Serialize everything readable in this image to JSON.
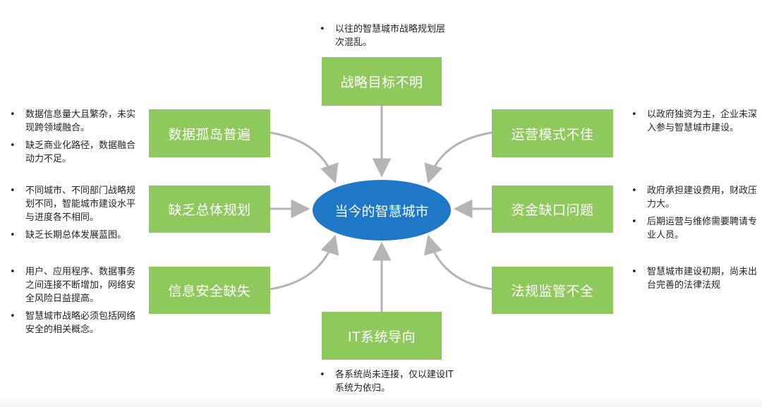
{
  "colors": {
    "box_fill": "#8fc85c",
    "center_fill": "#1f78c6",
    "arrow": "#b4b4b4",
    "text": "#222222"
  },
  "center": {
    "label": "当今的智慧城市"
  },
  "boxes": {
    "top": {
      "label": "战略目标不明"
    },
    "left1": {
      "label": "数据孤岛普遍"
    },
    "left2": {
      "label": "缺乏总体规划"
    },
    "left3": {
      "label": "信息安全缺失"
    },
    "right1": {
      "label": "运营模式不佳"
    },
    "right2": {
      "label": "资金缺口问题"
    },
    "right3": {
      "label": "法规监管不全"
    },
    "bottom": {
      "label": "IT系统导向"
    }
  },
  "notes": {
    "bullet": "•",
    "top": [
      "以往的智慧城市战略规划层次混乱。"
    ],
    "left1": [
      "数据信息量大且繁杂，未实现跨领域融合。",
      "缺乏商业化路径，数据融合动力不足。"
    ],
    "left2": [
      "不同城市、不同部门战略规划不同，智能城市建设水平与进度各不相同。",
      "缺乏长期总体发展蓝图。"
    ],
    "left3": [
      "用户、应用程序、数据事务之间连接不断增加，网络安全风险日益提高。",
      "智慧城市战略必须包括网络安全的相关概念。"
    ],
    "right1": [
      "以政府独资为主，企业未深入参与智慧城市建设。"
    ],
    "right2": [
      "政府承担建设费用，财政压力大。",
      "后期运营与维修需要聘请专业人员。"
    ],
    "right3": [
      "智慧城市建设初期，尚未出台完善的法律法规"
    ],
    "bottom": [
      "各系统尚未连接，仅以建设IT系统为依归。"
    ]
  }
}
